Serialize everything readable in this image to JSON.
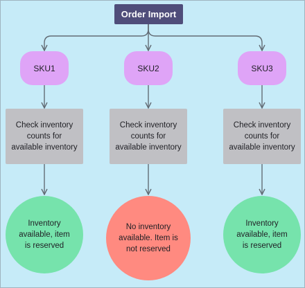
{
  "colors": {
    "background": "#c6ebf8",
    "title": "#4f4d7a",
    "sku": "#dfa4f7",
    "check": "#c0c0c4",
    "available": "#76e3ac",
    "unavailable": "#ff8a80",
    "connector": "#626b74"
  },
  "title": "Order Import",
  "skus": [
    {
      "label": "SKU1",
      "check": "Check inventory counts for available inventory",
      "result": "Inventory available, item is reserved",
      "status": "available"
    },
    {
      "label": "SKU2",
      "check": "Check inventory counts for available inventory",
      "result": "No inventory available. Item is not reserved",
      "status": "unavailable"
    },
    {
      "label": "SKU3",
      "check": "Check inventory counts for available inventory",
      "result": "Inventory available, item is reserved",
      "status": "available"
    }
  ]
}
